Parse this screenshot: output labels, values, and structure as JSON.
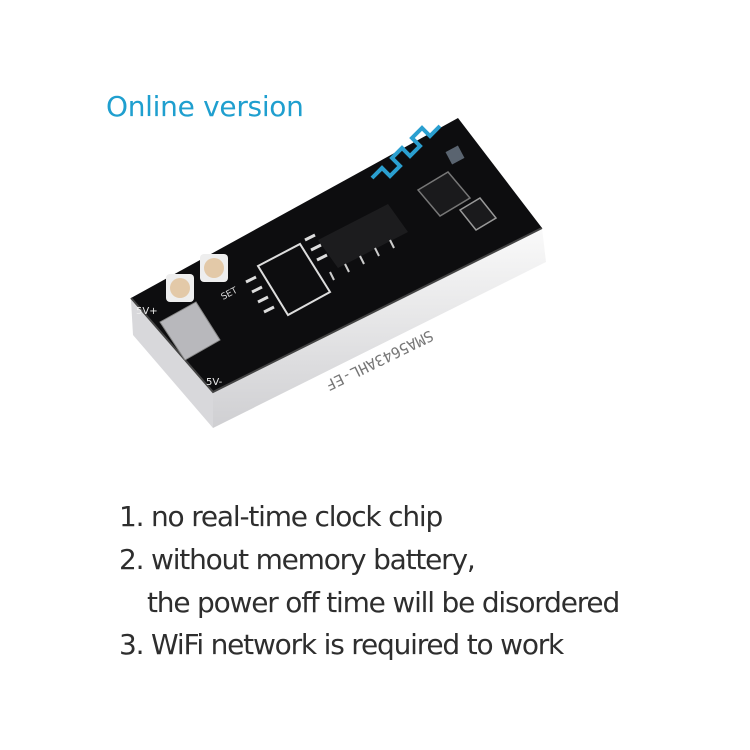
{
  "title": "Online version",
  "product_image": {
    "description_label": "board",
    "silkscreen": [
      "5V+",
      "5V-",
      "SET",
      "SMA5643AHL-EF"
    ]
  },
  "features": [
    "1. no real-time clock chip",
    "2. without memory battery,",
    "the power off time will be disordered",
    "3. WiFi network is required to work"
  ],
  "colors": {
    "title": "#1f9fcf",
    "text": "#2e2e2e",
    "pcb": "#0d0d0f",
    "display": "#e9e9ea"
  }
}
